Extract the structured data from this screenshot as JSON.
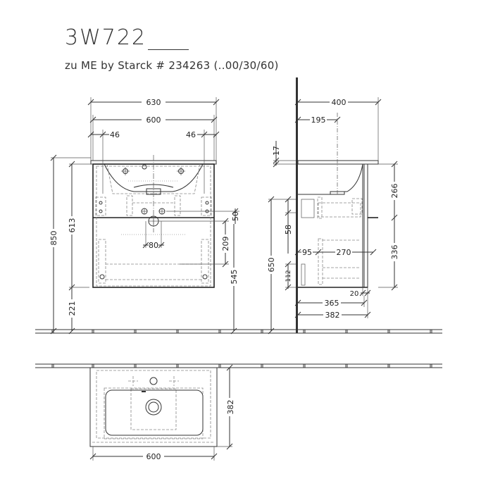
{
  "header": {
    "title": "3W722",
    "subtitle": "zu ME by Starck # 234263 (..00/30/60)"
  },
  "front_view": {
    "dims": {
      "overall_width": "630",
      "cabinet_width": "600",
      "left_offset": "46",
      "right_offset": "46",
      "total_height": "850",
      "cabinet_top_height": "613",
      "floor_clearance": "221",
      "drain_width": "80",
      "drain_offset": "50",
      "drawer_height": "209",
      "drawer_to_floor": "545"
    }
  },
  "side_view": {
    "dims": {
      "depth_top": "400",
      "tap_center": "195",
      "top_thickness": "17",
      "upper_drawer": "266",
      "lower_drawer": "336",
      "siphon_gap": "58",
      "cabinet_height": "650",
      "rail_offset": "95",
      "inner_depth": "270",
      "base_offset": "112",
      "front_thickness": "20",
      "carcass_depth": "365",
      "total_depth": "382"
    }
  },
  "top_view": {
    "dims": {
      "width": "600",
      "depth": "382"
    }
  }
}
